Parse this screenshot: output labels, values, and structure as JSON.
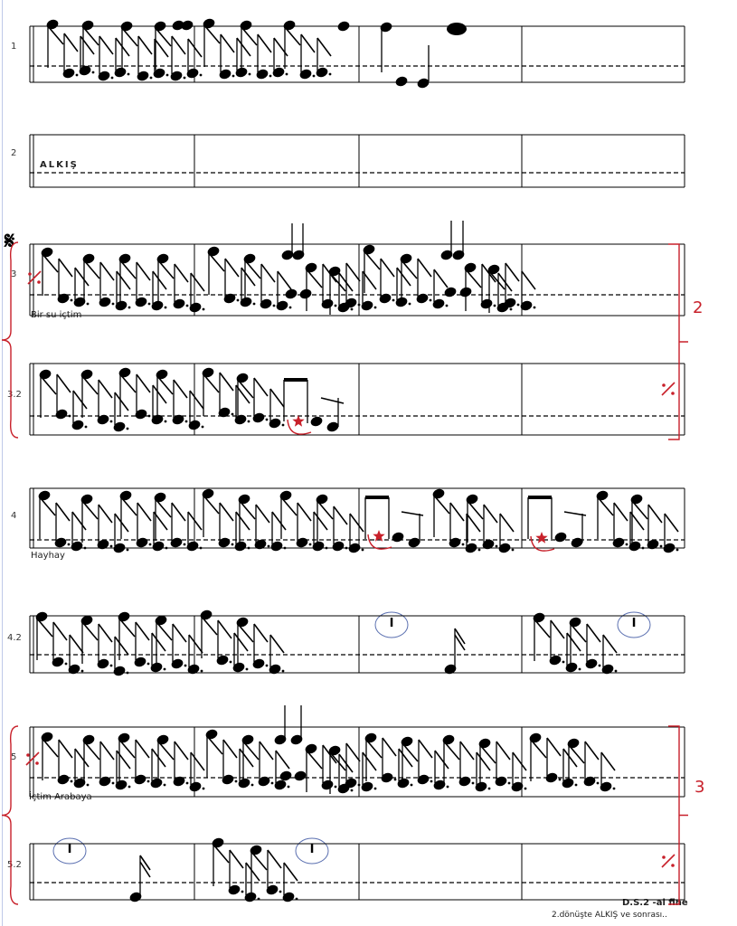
{
  "rows": [
    {
      "label": "1"
    },
    {
      "label": "2",
      "text": "ALKIŞ"
    },
    {
      "label": "3",
      "lyric": "Bir su içtim"
    },
    {
      "label": "3.2"
    },
    {
      "label": "4",
      "lyric": "Hayhay"
    },
    {
      "label": "4.2"
    },
    {
      "label": "5",
      "lyric": "İçtim Arabaya"
    },
    {
      "label": "5.2"
    }
  ],
  "repeat_counts": {
    "first": "2",
    "second": "3"
  },
  "circle_mark": "I",
  "footer": {
    "line1": "D.S.2 -al fine",
    "line2": "2.dönüşte ALKIŞ ve sonrası.."
  },
  "colors": {
    "accent": "#c8202a",
    "ink": "#000000",
    "circle": "#5a6fb0"
  },
  "icons": {
    "segno": "segno-icon",
    "repeat": "measure-repeat-icon",
    "star": "accent-star-icon"
  }
}
